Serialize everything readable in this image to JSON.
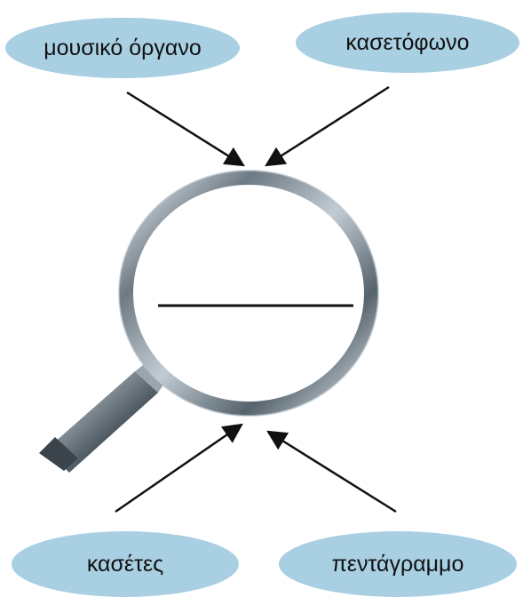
{
  "colors": {
    "bubble_fill": "#a9cfe2",
    "arrow": "#111111",
    "blank_line": "#111111"
  },
  "labels": {
    "top_left": "μουσικό όργανο",
    "top_right": "κασετόφωνο",
    "bottom_left": "κασέτες",
    "bottom_right": "πεντάγραμμο"
  },
  "center": {
    "image": "magnifying-glass",
    "answer_blank": ""
  }
}
